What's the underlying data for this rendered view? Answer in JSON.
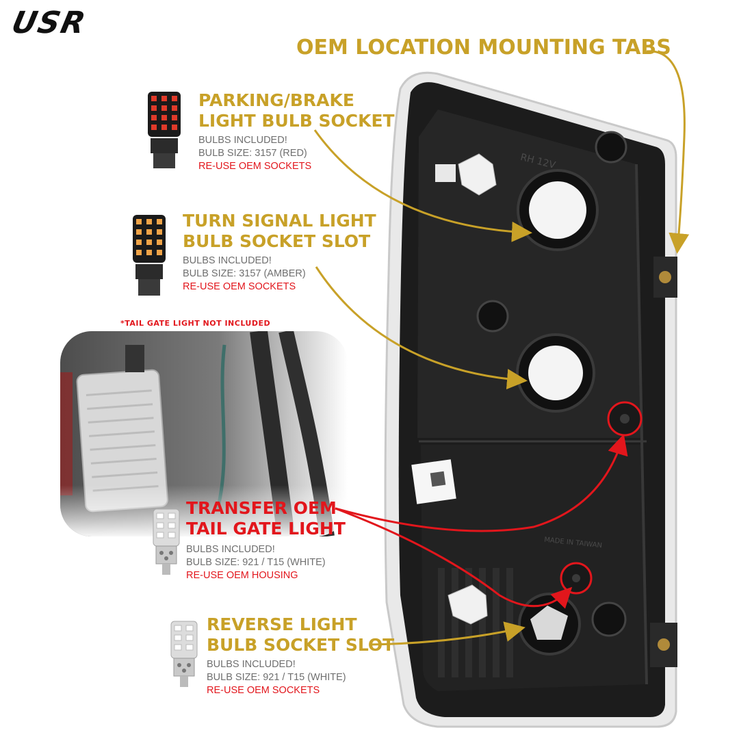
{
  "brand": {
    "logo_text": "USR"
  },
  "title": "OEM LOCATION MOUNTING TABS",
  "note": "*TAIL GATE LIGHT NOT INCLUDED",
  "callouts": {
    "parking_brake": {
      "heading_line1": "PARKING/BRAKE",
      "heading_line2": "LIGHT BULB SOCKET",
      "bulbs": "BULBS INCLUDED!",
      "size": "BULB SIZE: 3157 (RED)",
      "reuse": "RE-USE OEM SOCKETS"
    },
    "turn_signal": {
      "heading_line1": "TURN SIGNAL LIGHT",
      "heading_line2": "BULB SOCKET SLOT",
      "bulbs": "BULBS INCLUDED!",
      "size": "BULB SIZE: 3157 (AMBER)",
      "reuse": "RE-USE OEM SOCKETS"
    },
    "tail_gate": {
      "heading_line1": "TRANSFER OEM",
      "heading_line2": "TAIL GATE LIGHT",
      "bulbs": "BULBS INCLUDED!",
      "size": "BULB SIZE: 921 / T15 (WHITE)",
      "reuse": "RE-USE OEM HOUSING"
    },
    "reverse": {
      "heading_line1": "REVERSE LIGHT",
      "heading_line2": "BULB SOCKET SLOT",
      "bulbs": "BULBS INCLUDED!",
      "size": "BULB SIZE: 921 / T15 (WHITE)",
      "reuse": "RE-USE OEM SOCKETS"
    }
  },
  "housing_marks": {
    "rh_mark": "RH 12V",
    "made_in": "MADE IN TAIWAN"
  },
  "colors": {
    "gold": "#c8a128",
    "red": "#e2161c",
    "gray_text": "#6f6f6f",
    "housing": "#1b1b1b"
  }
}
